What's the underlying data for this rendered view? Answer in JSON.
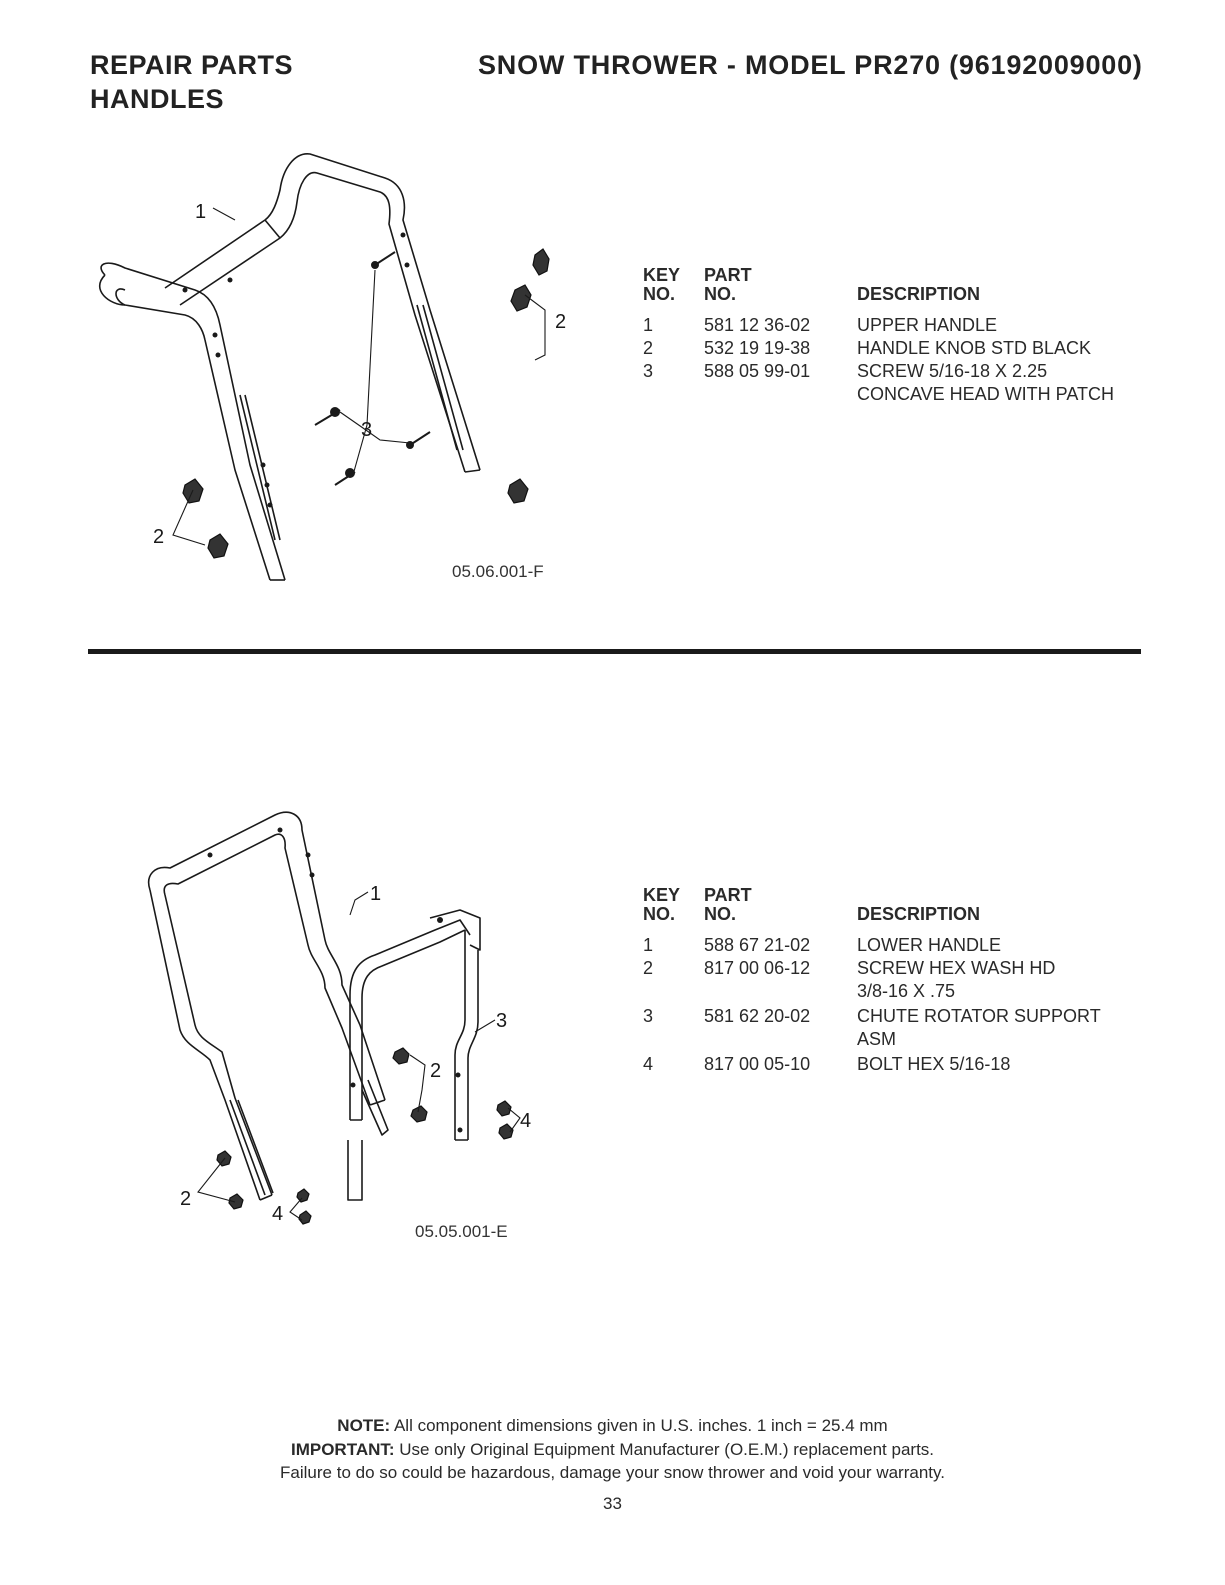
{
  "header": {
    "left_line1": "REPAIR PARTS",
    "left_line2": "HANDLES",
    "right": "SNOW THROWER - MODEL  PR270  (96192009000)"
  },
  "section1": {
    "figure_ref": "05.06.001-F",
    "callouts": [
      "1",
      "2",
      "3",
      "2"
    ],
    "table": {
      "header_key": [
        "KEY",
        "NO."
      ],
      "header_part": [
        "PART",
        "NO."
      ],
      "header_desc": "DESCRIPTION",
      "rows": [
        {
          "key": "1",
          "part": "581 12 36-02",
          "desc": [
            "UPPER HANDLE"
          ]
        },
        {
          "key": "2",
          "part": "532 19 19-38",
          "desc": [
            "HANDLE KNOB STD BLACK"
          ]
        },
        {
          "key": "3",
          "part": "588 05 99-01",
          "desc": [
            "SCREW 5/16-18 X 2.25",
            "CONCAVE HEAD WITH PATCH"
          ]
        }
      ]
    }
  },
  "section2": {
    "figure_ref": "05.05.001-E",
    "callouts": [
      "1",
      "3",
      "2",
      "4",
      "2",
      "4"
    ],
    "table": {
      "header_key": [
        "KEY",
        "NO."
      ],
      "header_part": [
        "PART",
        "NO."
      ],
      "header_desc": "DESCRIPTION",
      "rows": [
        {
          "key": "1",
          "part": "588 67 21-02",
          "desc": [
            "LOWER HANDLE"
          ]
        },
        {
          "key": "2",
          "part": "817 00 06-12",
          "desc": [
            "SCREW HEX WASH HD",
            "3/8-16 X .75"
          ]
        },
        {
          "key": "3",
          "part": "581 62 20-02",
          "desc": [
            "CHUTE ROTATOR SUPPORT",
            "ASM"
          ]
        },
        {
          "key": "4",
          "part": "817 00 05-10",
          "desc": [
            "BOLT HEX 5/16-18"
          ]
        }
      ]
    }
  },
  "footer": {
    "note_label": "NOTE:",
    "note_text": " All component dimensions given in U.S. inches.    1 inch = 25.4 mm",
    "important_label": "IMPORTANT:",
    "important_text": "  Use only Original Equipment Manufacturer (O.E.M.) replacement parts.",
    "warning_text": "Failure to do so could be hazardous, damage your snow thrower and void your warranty.",
    "page_number": "33"
  }
}
